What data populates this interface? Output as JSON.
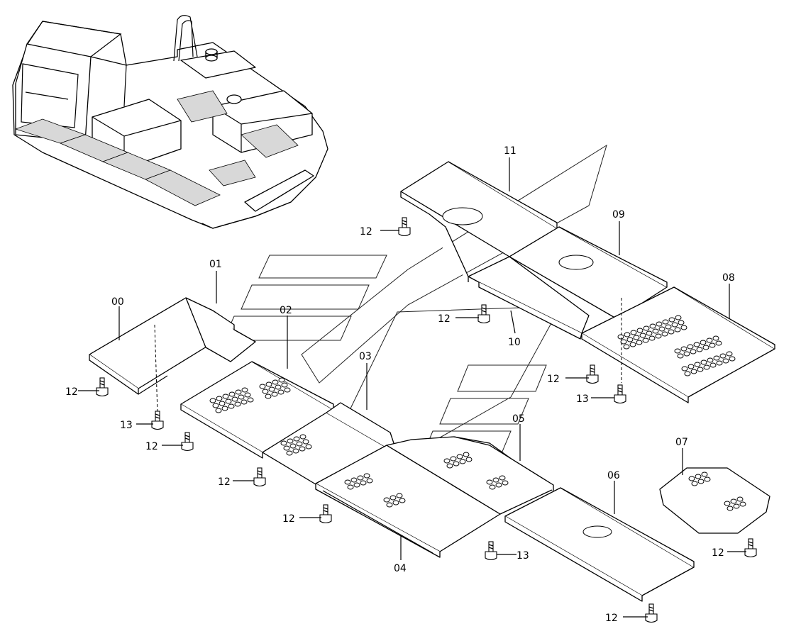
{
  "diagram": {
    "part_labels": {
      "p00": "00",
      "p01": "01",
      "p02": "02",
      "p03": "03",
      "p04": "04",
      "p05": "05",
      "p06": "06",
      "p07": "07",
      "p08": "08",
      "p09": "09",
      "p10": "10",
      "p11": "11"
    },
    "bolt_label": "12",
    "stud_label": "13"
  }
}
